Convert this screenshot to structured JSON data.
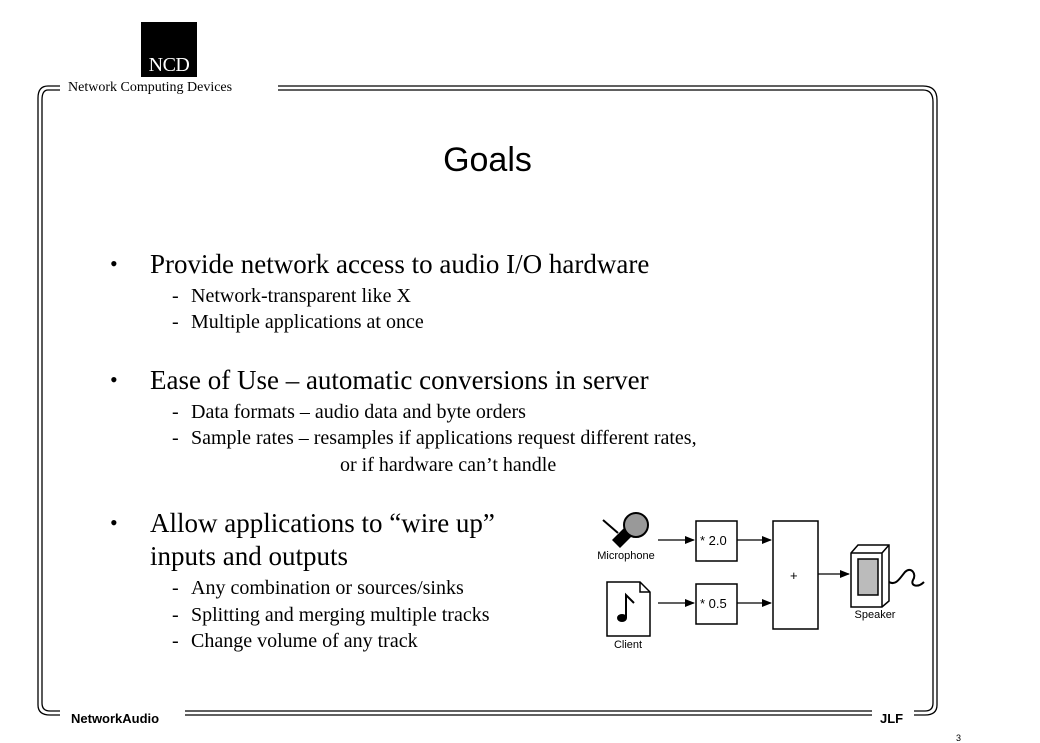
{
  "header": {
    "logo_text": "NCD",
    "company_name": "Network Computing Devices"
  },
  "slide": {
    "title": "Goals",
    "bullets": [
      {
        "dot": "•",
        "lines": [
          "Provide network access to audio I/O hardware"
        ],
        "subs": [
          {
            "dash": "-",
            "lines": [
              "Network-transparent like X"
            ]
          },
          {
            "dash": "-",
            "lines": [
              "Multiple applications at once"
            ]
          }
        ]
      },
      {
        "dot": "•",
        "lines": [
          "Ease of Use – automatic conversions in server"
        ],
        "subs": [
          {
            "dash": "-",
            "lines": [
              "Data formats – audio data and byte orders"
            ]
          },
          {
            "dash": "-",
            "lines": [
              "Sample rates – resamples if applications request different rates,",
              "or if hardware can’t handle"
            ]
          }
        ]
      },
      {
        "dot": "•",
        "lines": [
          "Allow applications to “wire up”",
          "inputs and outputs"
        ],
        "subs": [
          {
            "dash": "-",
            "lines": [
              "Any combination or sources/sinks"
            ]
          },
          {
            "dash": "-",
            "lines": [
              "Splitting and merging multiple tracks"
            ]
          },
          {
            "dash": "-",
            "lines": [
              "Change volume of any track"
            ]
          }
        ]
      }
    ]
  },
  "diagram": {
    "microphone_label": "Microphone",
    "client_label": "Client",
    "gain_top": "* 2.0",
    "gain_bottom": "* 0.5",
    "mixer_label": "+",
    "speaker_label": "Speaker"
  },
  "footer": {
    "left": "NetworkAudio",
    "right": "JLF",
    "page_number": "3"
  }
}
